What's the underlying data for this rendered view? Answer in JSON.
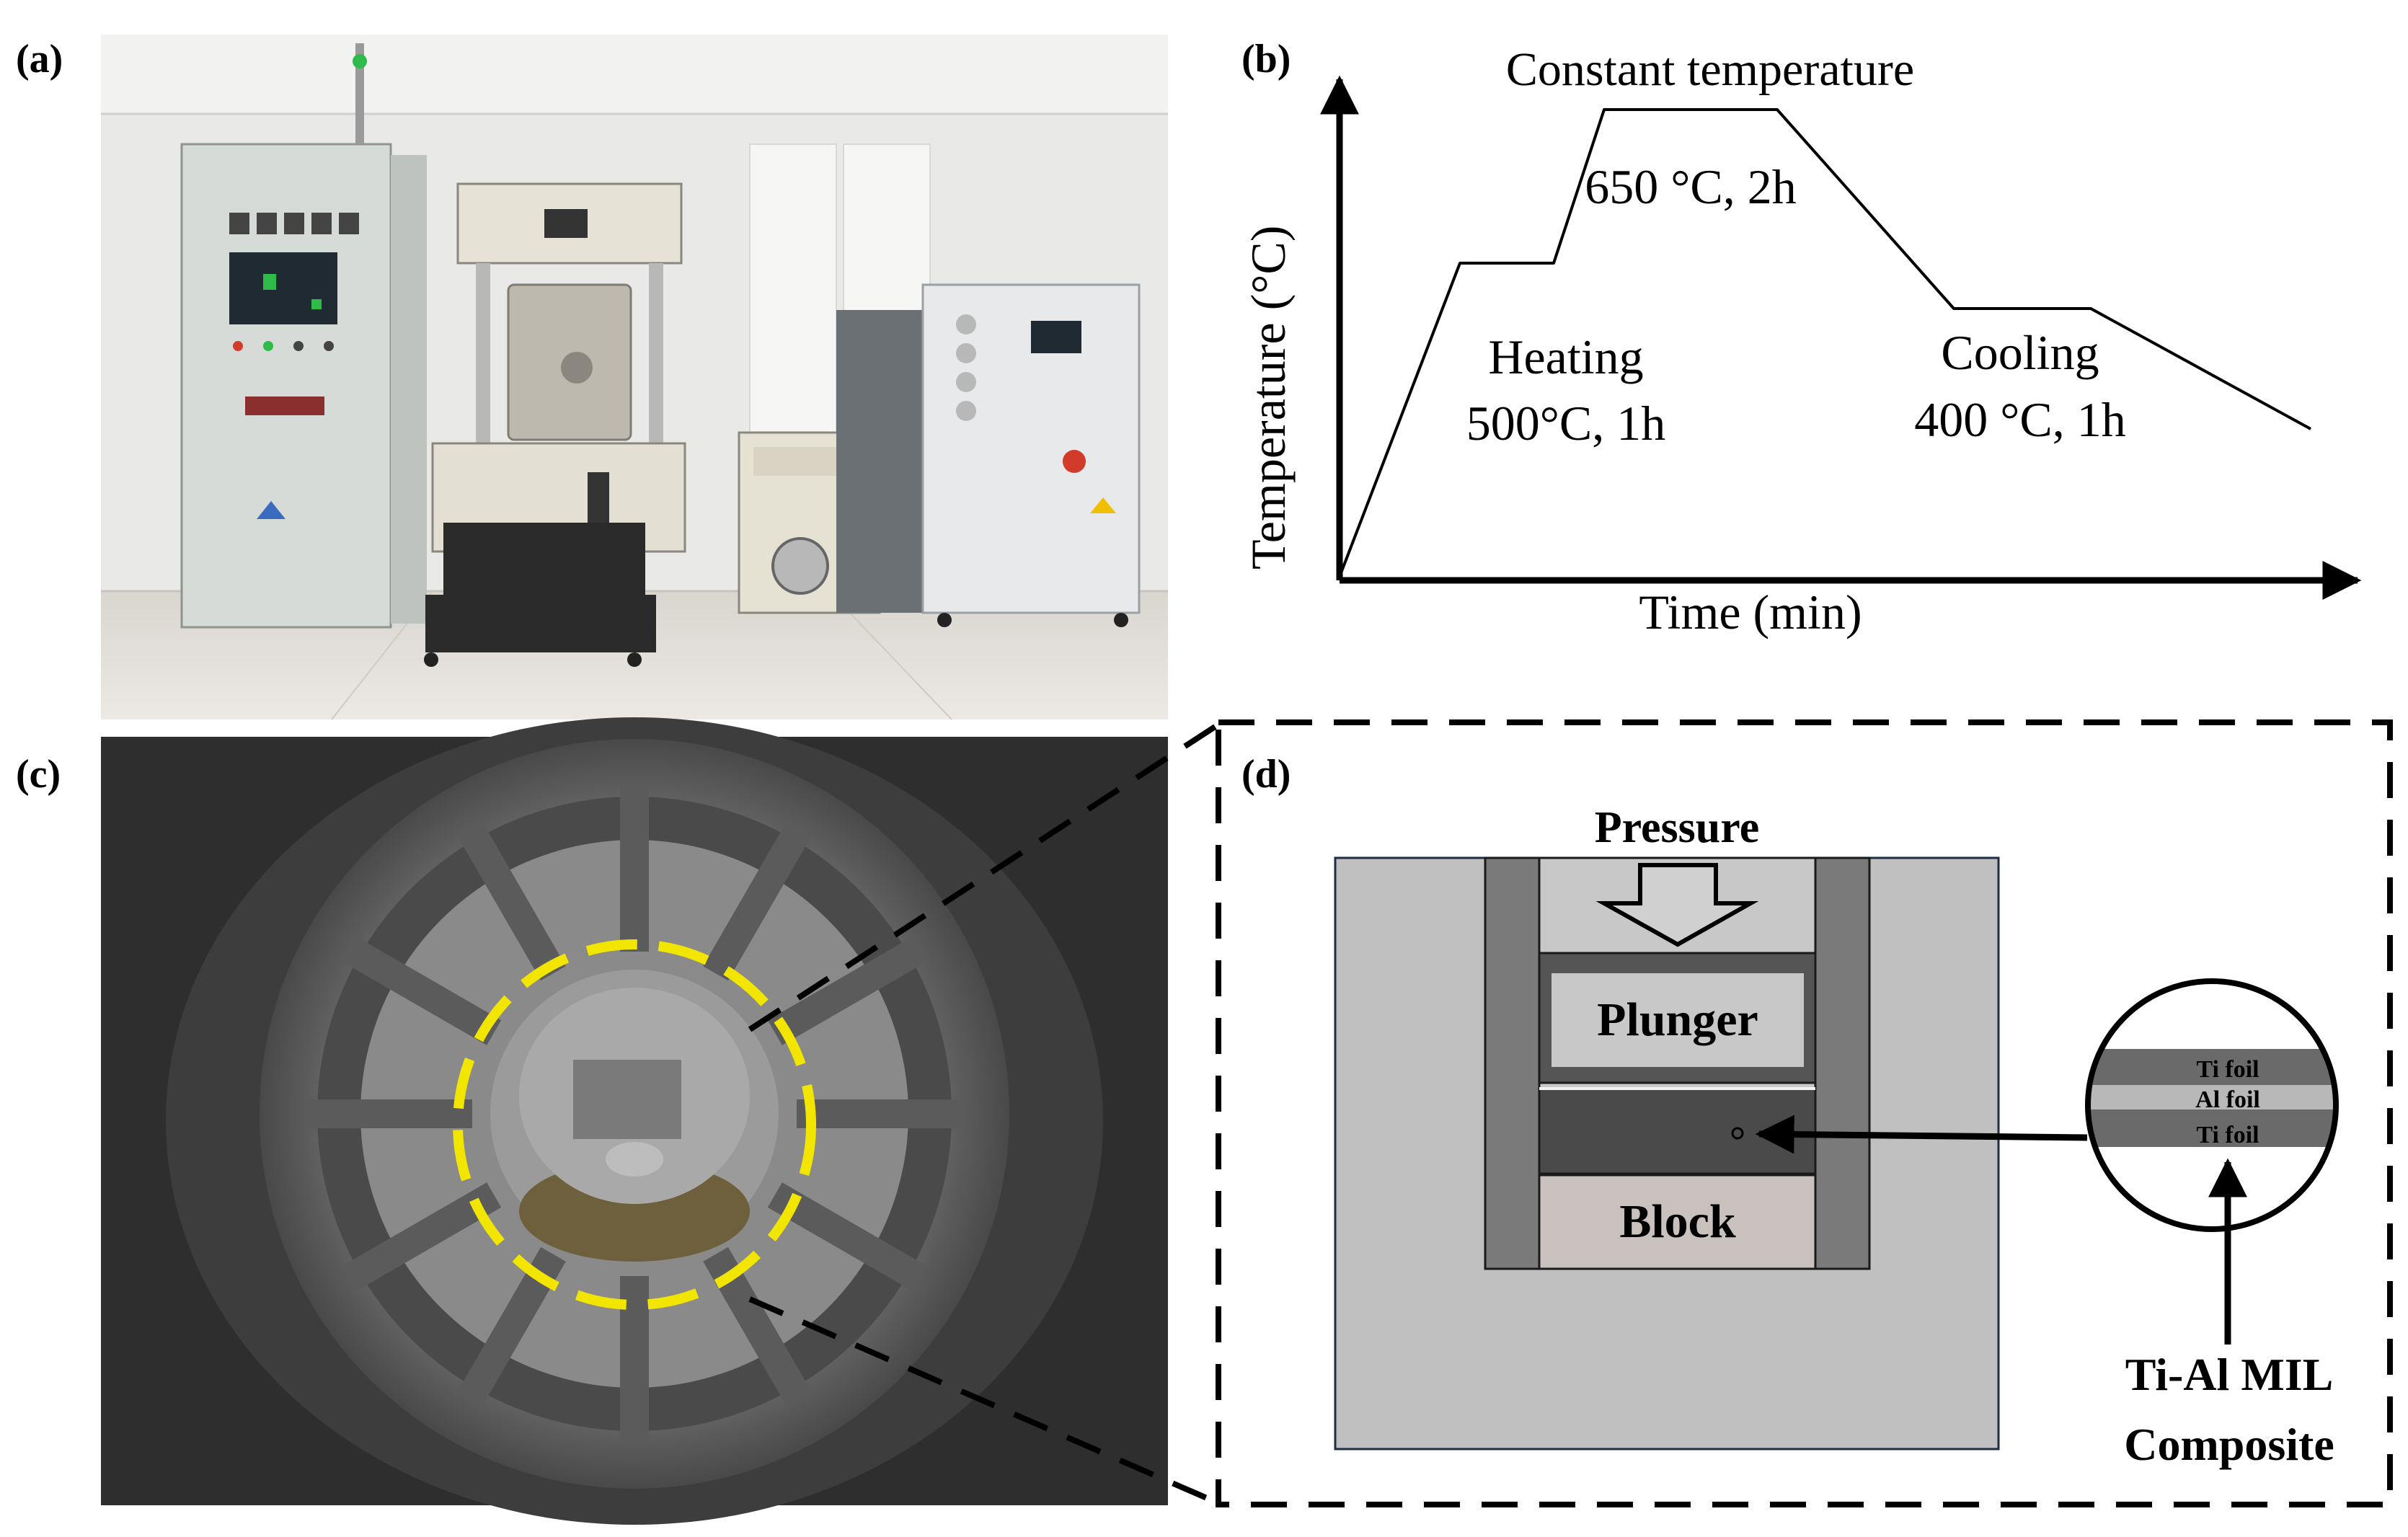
{
  "panels": {
    "a": {
      "label": "(a)"
    },
    "b": {
      "label": "(b)",
      "ylabel": "Temperature (°C)",
      "xlabel": "Time (min)",
      "stages": [
        {
          "name": "Heating",
          "detail": "500°C, 1h"
        },
        {
          "name": "Constant temperature",
          "detail": "650 °C, 2h"
        },
        {
          "name": "Cooling",
          "detail": "400 °C, 1h"
        }
      ]
    },
    "c": {
      "label": "(c)"
    },
    "d": {
      "label": "(d)",
      "pressure": "Pressure",
      "plunger": "Plunger",
      "block": "Block",
      "layers": [
        "Ti foil",
        "Al foil",
        "Ti foil"
      ],
      "composite_line1": "Ti-Al MIL",
      "composite_line2": "Composite"
    }
  },
  "colors": {
    "highlight_dashed_circle": "#f2e600",
    "cabinet": "#dcdfdc",
    "chiller": "#e7e9ea",
    "furnace_interior": "#8a8a8a",
    "die_background": "#c0c0c0",
    "ti_foil": "#6a6a6a",
    "al_foil": "#b8b8b8"
  }
}
